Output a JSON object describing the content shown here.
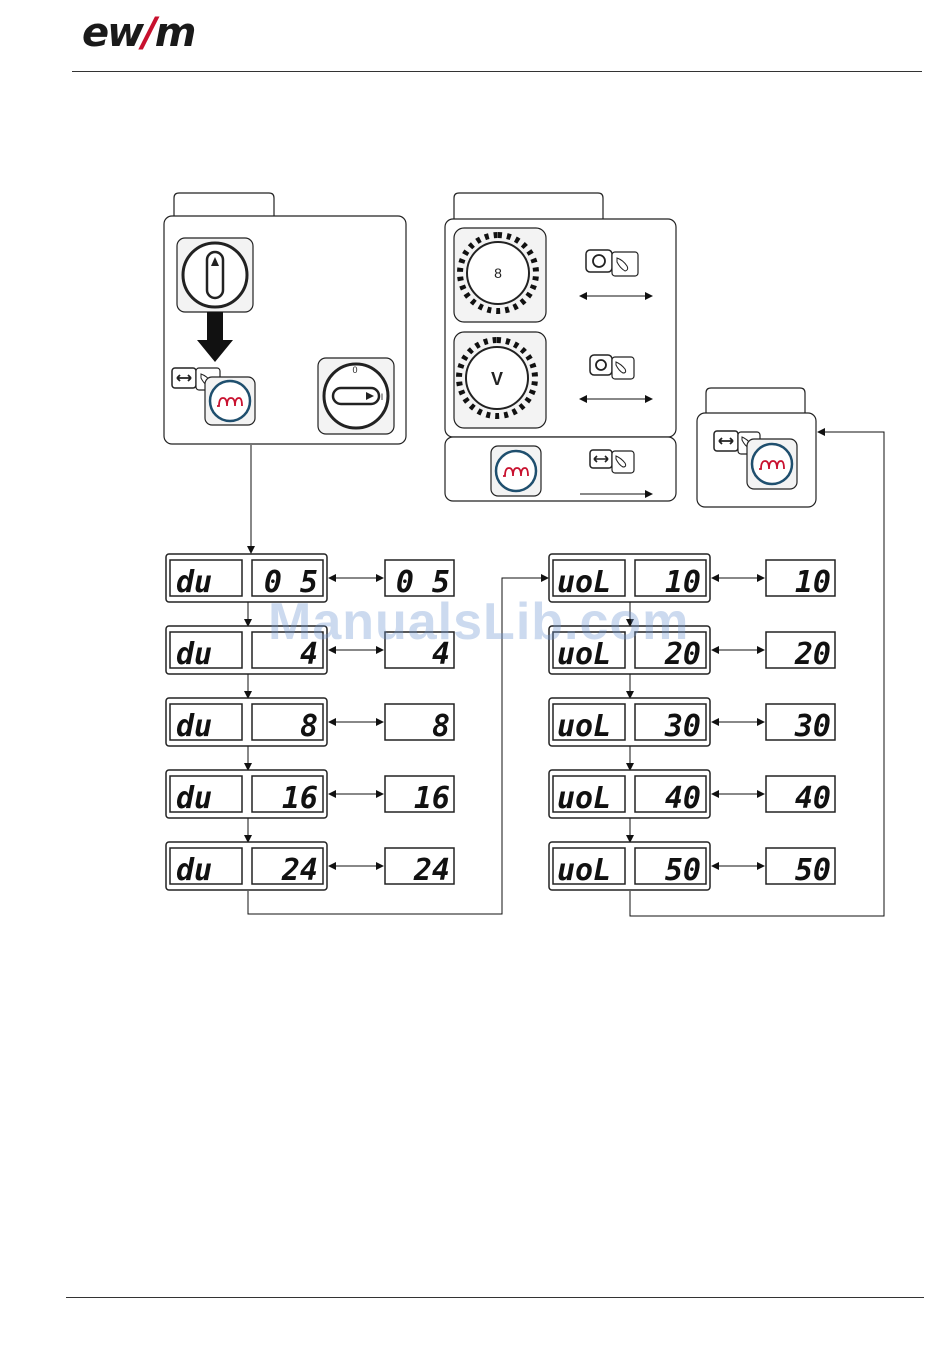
{
  "header": {
    "logo_text_left": "ew",
    "logo_text_slash": "/",
    "logo_text_right": "m"
  },
  "watermark": "ManualsLib.com",
  "colors": {
    "accent": "#c8102e",
    "ink": "#1a1a1a",
    "inner_ring": "#1f4f6e"
  },
  "panels": {
    "main_switch_dial_label_off": "0",
    "main_switch_dial_label_on": "I",
    "knob_v_label": "V"
  },
  "du_rows": [
    {
      "left": "du",
      "mid": "0 5",
      "right": "0 5"
    },
    {
      "left": "du",
      "mid": "4",
      "right": "4"
    },
    {
      "left": "du",
      "mid": "8",
      "right": "8"
    },
    {
      "left": "du",
      "mid": "16",
      "right": "16"
    },
    {
      "left": "du",
      "mid": "24",
      "right": "24"
    }
  ],
  "vol_rows": [
    {
      "left": "uoL",
      "mid": "10",
      "right": "10"
    },
    {
      "left": "uoL",
      "mid": "20",
      "right": "20"
    },
    {
      "left": "uoL",
      "mid": "30",
      "right": "30"
    },
    {
      "left": "uoL",
      "mid": "40",
      "right": "40"
    },
    {
      "left": "uoL",
      "mid": "50",
      "right": "50"
    }
  ],
  "icons": [
    "main-switch-icon",
    "down-arrow-icon",
    "pushbutton-icon",
    "welding-mode-icon",
    "rotary-knob-icon",
    "arrow-icon"
  ]
}
